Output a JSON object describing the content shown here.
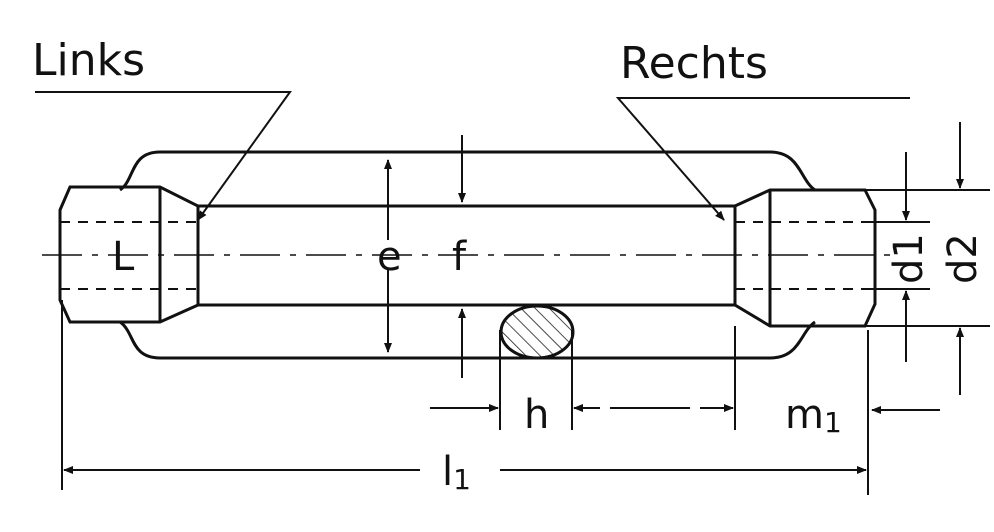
{
  "labels": {
    "left_thread": "Links",
    "right_thread": "Rechts",
    "dim_e": "e",
    "dim_f": "f",
    "dim_h": "h",
    "dim_m": "m",
    "dim_m_sub": "1",
    "dim_l": "l",
    "dim_l_sub": "1",
    "dim_d1": "d1",
    "dim_d2": "d2",
    "left_hand_mark": "L"
  },
  "colors": {
    "ink": "#111111",
    "paper": "#ffffff"
  }
}
